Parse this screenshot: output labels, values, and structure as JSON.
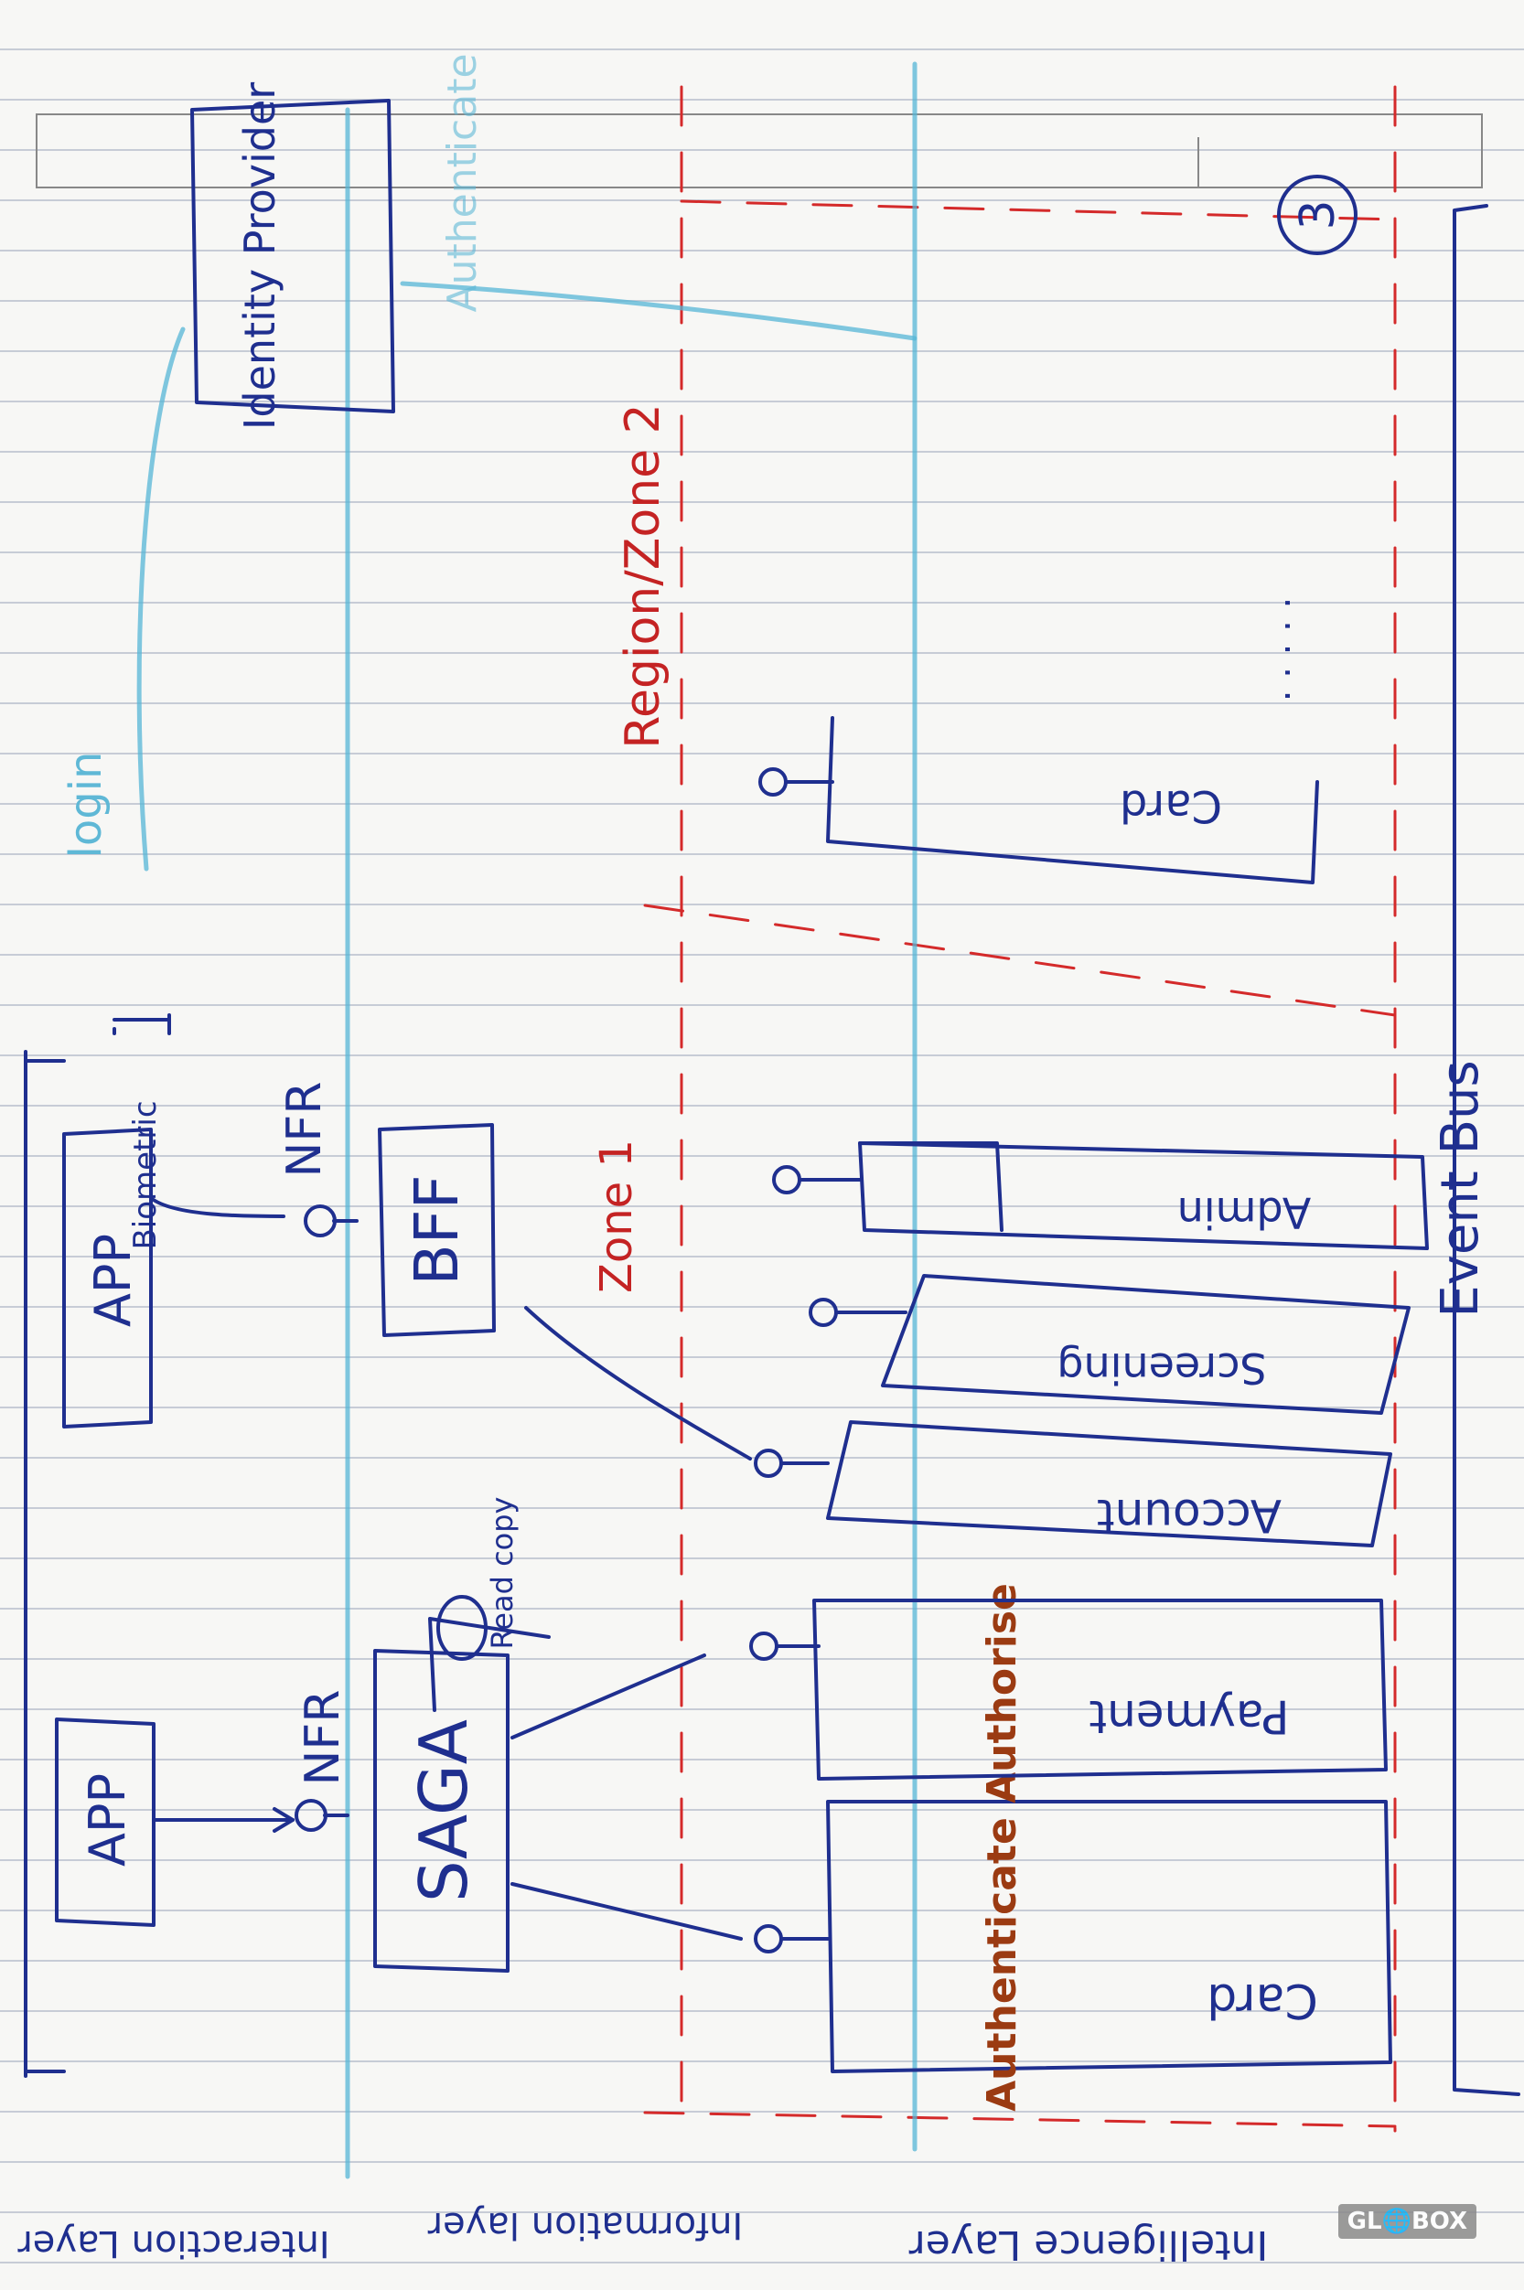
{
  "layers": {
    "interaction": "Interaction Layer",
    "information": "Information layer",
    "intelligence": "Intelligence Layer"
  },
  "boxes": {
    "app1": "APP",
    "app2": "APP",
    "biometric": "Biometric",
    "identity_provider": "Identity Provider",
    "bff": "BFF",
    "saga": "SAGA",
    "read_copy": "Read copy",
    "card": "Card",
    "payment": "Payment",
    "account": "Account",
    "screening": "Screening",
    "admin": "Admin",
    "card2": "Card",
    "event_bus": "Event Bus"
  },
  "labels": {
    "nfr1": "NFR",
    "nfr2": "NFR",
    "login": "login",
    "authenticate": "Authenticate",
    "zone1": "Zone 1",
    "region_zone2": "Region/Zone 2",
    "authenticate_authorise": "Authenticate Authorise",
    "ellipsis": ". . . . .",
    "circle_number": "3"
  },
  "watermark": "GL🌐BOX"
}
